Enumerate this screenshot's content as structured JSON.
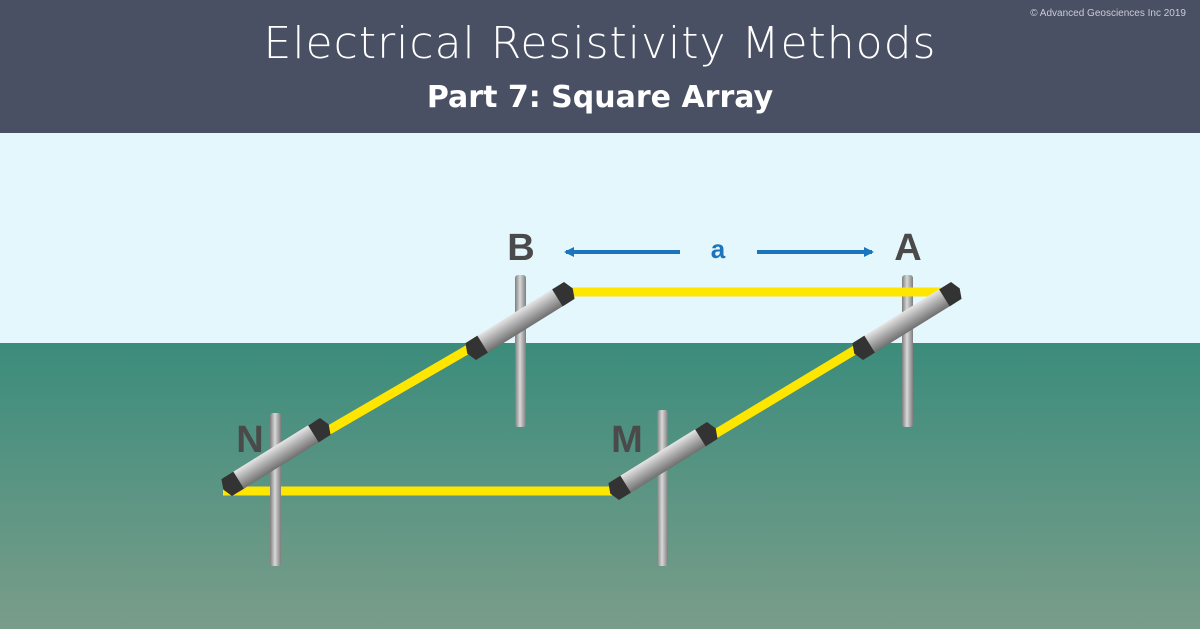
{
  "header": {
    "title": "Electrical Resistivity Methods",
    "subtitle": "Part 7: Square Array",
    "copyright": "© Advanced Geosciences Inc 2019"
  },
  "diagram": {
    "electrodes": {
      "a": "A",
      "b": "B",
      "m": "M",
      "n": "N"
    },
    "spacing_label": "a"
  },
  "colors": {
    "header_bg": "#4a5063",
    "sky": "#e4f7fc",
    "ground_top": "#3b8c7c",
    "ground_bottom": "#7a9d8a",
    "wire": "#ffe600",
    "arrow": "#1b75bc",
    "label": "#4a4a4a"
  }
}
